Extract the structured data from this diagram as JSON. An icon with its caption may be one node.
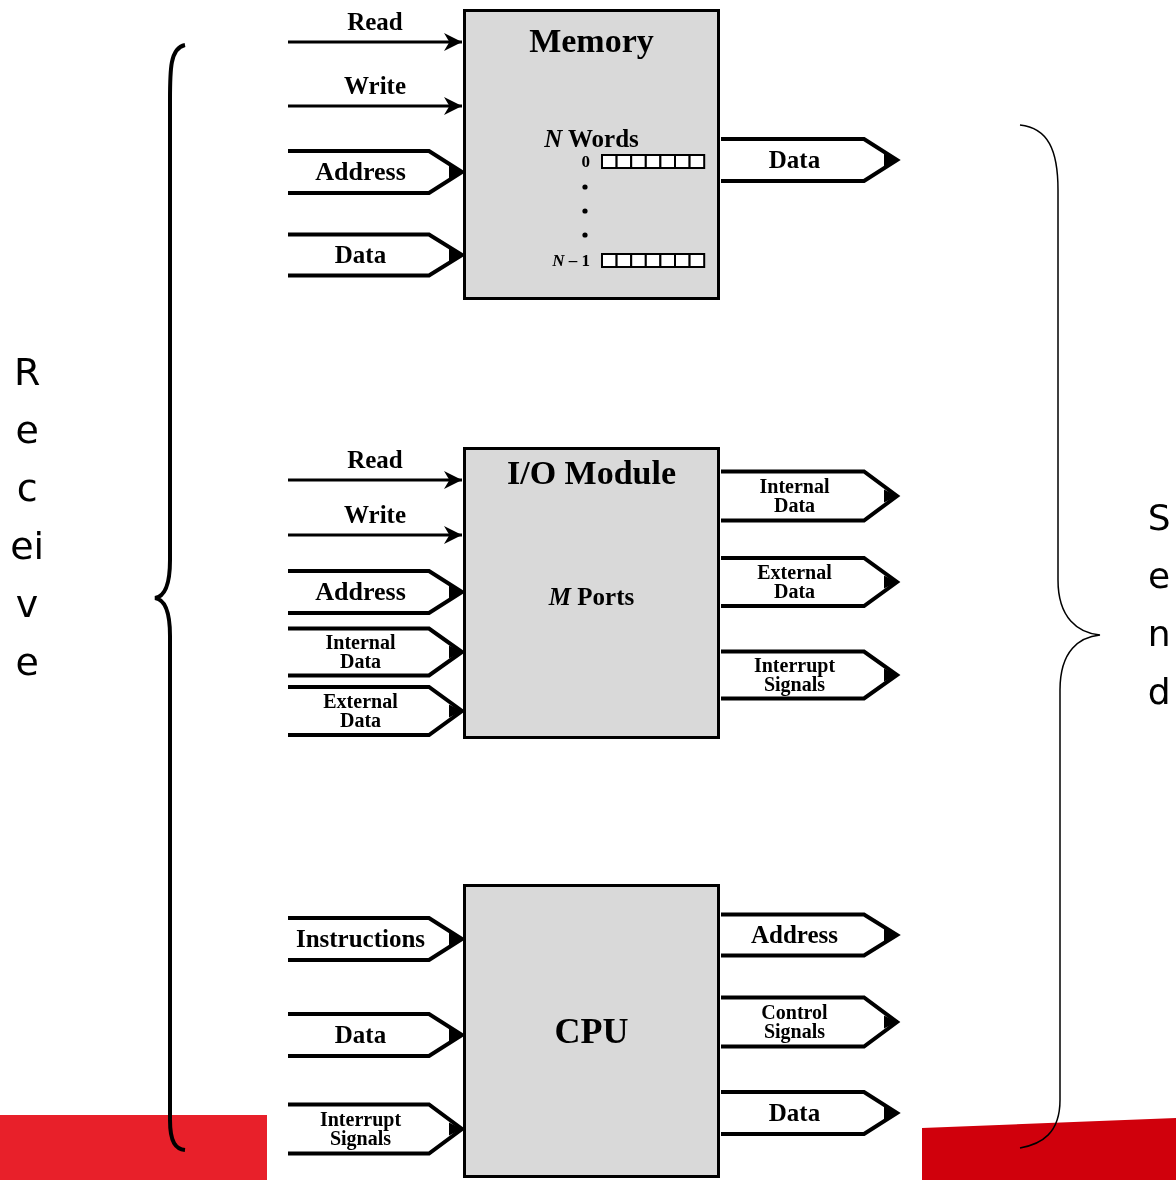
{
  "diagram": {
    "nodes": [
      {
        "text": [
          "Memory",
          "*N* Words"
        ]
      },
      {
        "text": [
          "I/O Module",
          "*M* Ports"
        ]
      },
      {
        "text": [
          "CPU"
        ]
      }
    ],
    "edges": [
      {
        "from": null,
        "to": 0,
        "arrow": "to",
        "label": "Read"
      },
      {
        "from": null,
        "to": 0,
        "arrow": "to",
        "label": "Write"
      },
      {
        "from": null,
        "to": 0,
        "arrow": "to",
        "label": "Address"
      },
      {
        "from": null,
        "to": 0,
        "arrow": "to",
        "label": "Data"
      },
      {
        "from": 0,
        "to": null,
        "arrow": "to",
        "label": "Data"
      },
      {
        "from": null,
        "to": 1,
        "arrow": "to",
        "label": "Read"
      },
      {
        "from": null,
        "to": 1,
        "arrow": "to",
        "label": "Write"
      },
      {
        "from": null,
        "to": 1,
        "arrow": "to",
        "label": "Address"
      },
      {
        "from": null,
        "to": 1,
        "arrow": "to",
        "label": "Internal Data"
      },
      {
        "from": null,
        "to": 1,
        "arrow": "to",
        "label": "External Data"
      },
      {
        "from": 1,
        "to": null,
        "arrow": "to",
        "label": "Internal Data"
      },
      {
        "from": 1,
        "to": null,
        "arrow": "to",
        "label": "External Data"
      },
      {
        "from": 1,
        "to": null,
        "arrow": "to",
        "label": "Interrupt Signals"
      },
      {
        "from": null,
        "to": 2,
        "arrow": "to",
        "label": "Instructions"
      },
      {
        "from": null,
        "to": 2,
        "arrow": "to",
        "label": "Data"
      },
      {
        "from": null,
        "to": 2,
        "arrow": "to",
        "label": "Interrupt Signals"
      },
      {
        "from": 2,
        "to": null,
        "arrow": "to",
        "label": "Address"
      },
      {
        "from": 2,
        "to": null,
        "arrow": "to",
        "label": "Control Signals"
      },
      {
        "from": 2,
        "to": null,
        "arrow": "to",
        "label": "Data"
      }
    ],
    "labels": [
      "0",
      "*N* – 1",
      "Receive",
      "Send"
    ]
  }
}
